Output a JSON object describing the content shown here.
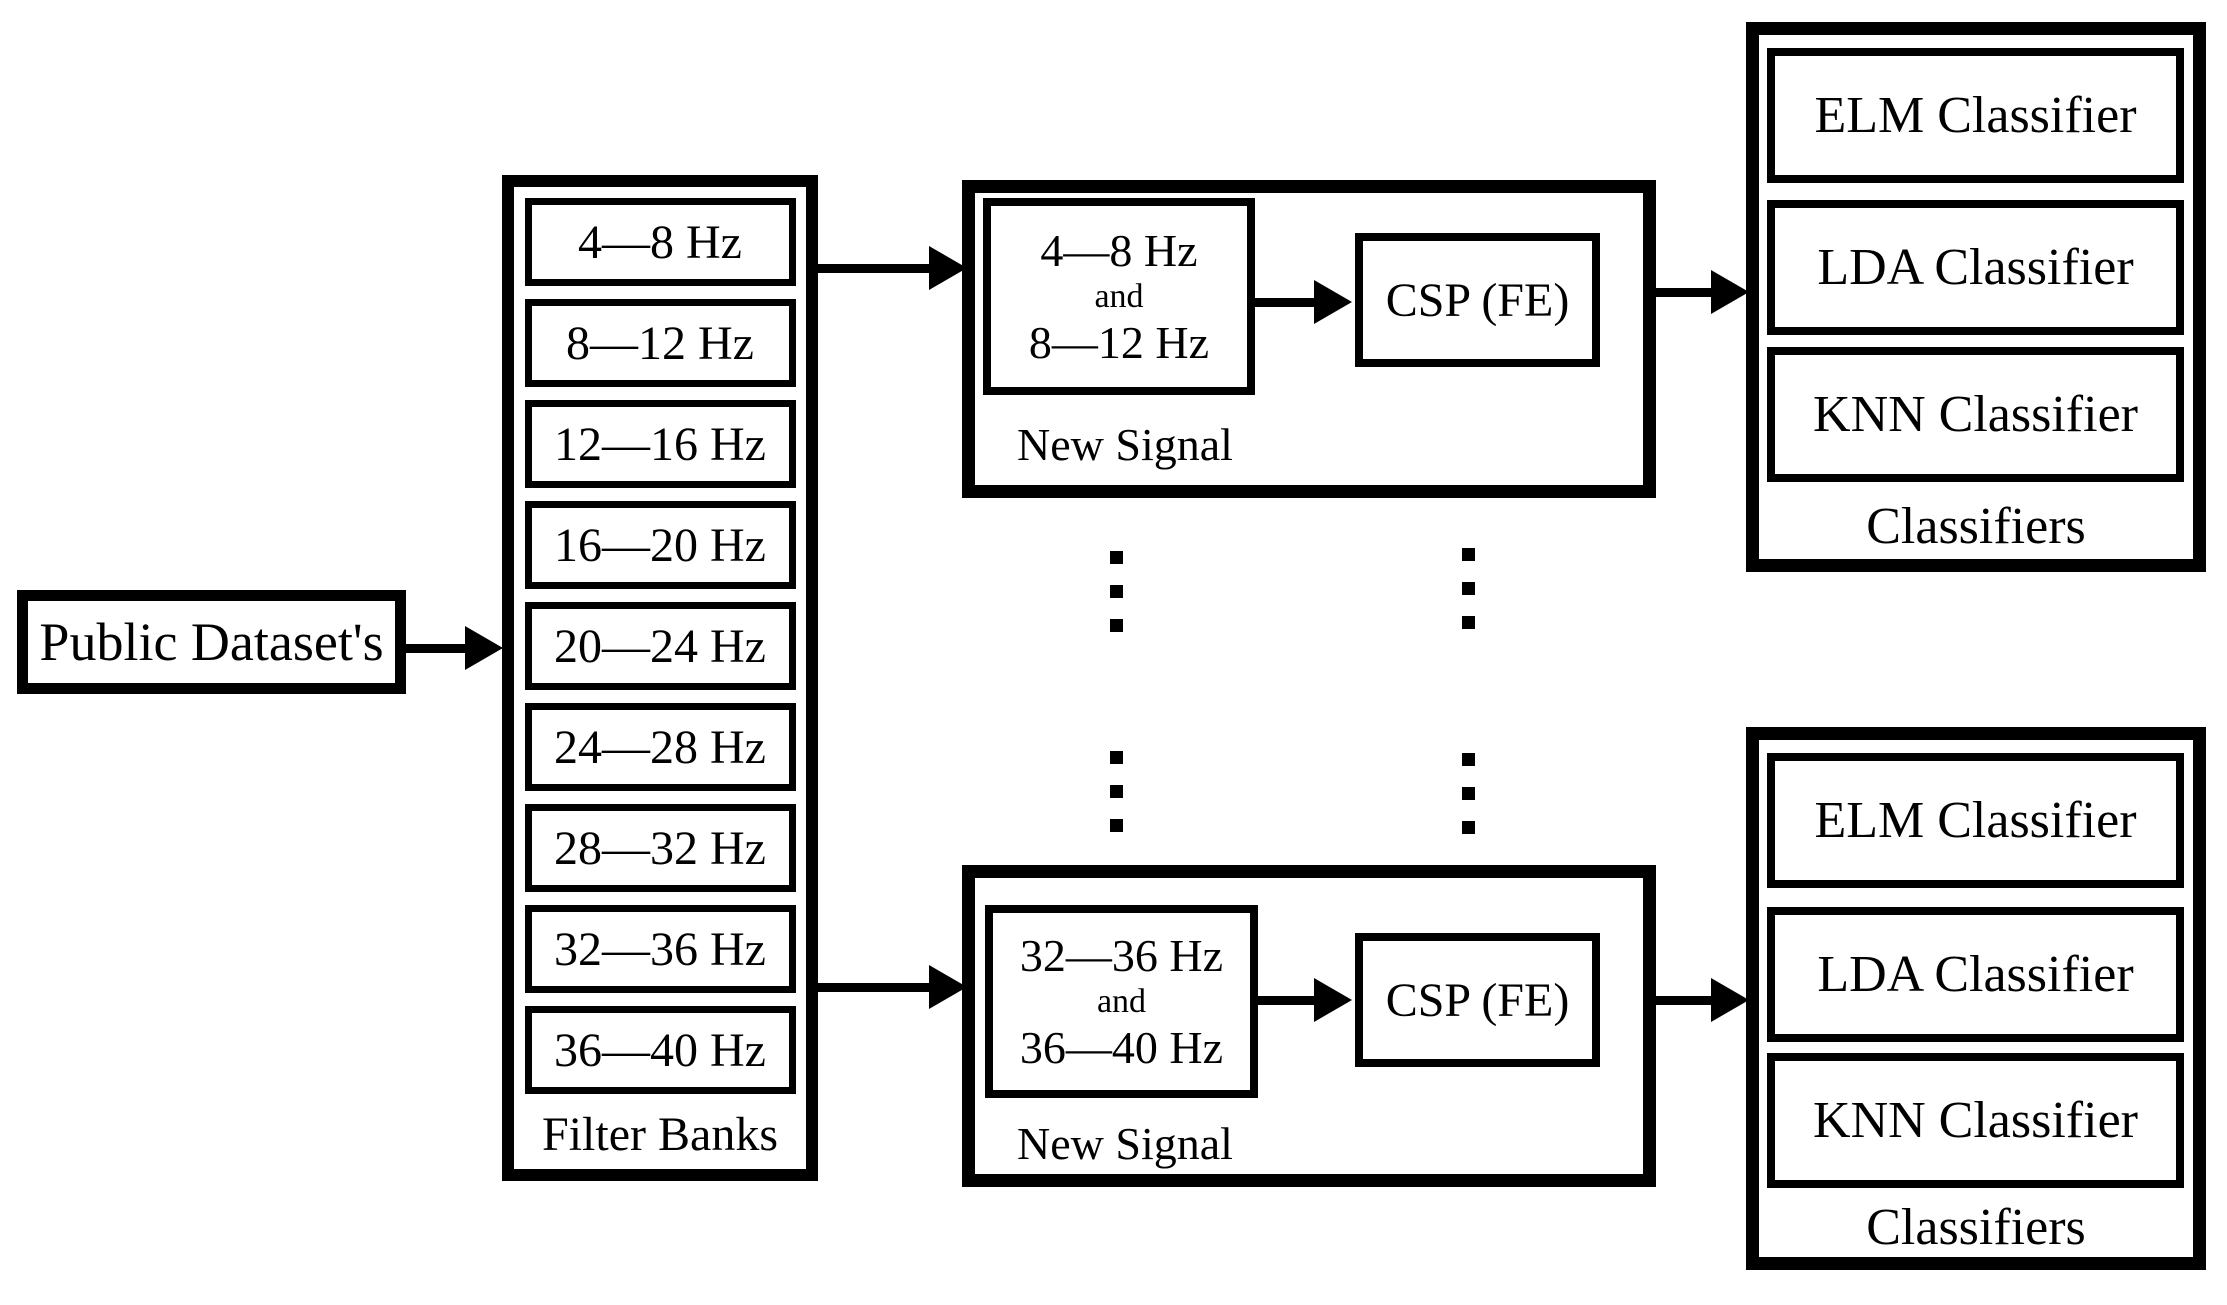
{
  "palette": {
    "ink": "#000000",
    "paper": "#ffffff"
  },
  "source": {
    "label": "Public Dataset's"
  },
  "filter_banks": {
    "label": "Filter Banks",
    "bands": [
      "4—8 Hz",
      "8—12 Hz",
      "12—16 Hz",
      "16—20 Hz",
      "20—24 Hz",
      "24—28 Hz",
      "28—32 Hz",
      "32—36 Hz",
      "36—40 Hz"
    ]
  },
  "top_pipeline": {
    "new_signal": {
      "band_a": "4—8 Hz",
      "conjunction": "and",
      "band_b": "8—12 Hz",
      "label": "New Signal"
    },
    "feature_extraction": {
      "label": "CSP (FE)"
    },
    "classifier_bank": {
      "label": "Classifiers",
      "items": [
        "ELM Classifier",
        "LDA Classifier",
        "KNN Classifier"
      ]
    }
  },
  "bottom_pipeline": {
    "new_signal": {
      "band_a": "32—36 Hz",
      "conjunction": "and",
      "band_b": "36—40 Hz",
      "label": "New Signal"
    },
    "feature_extraction": {
      "label": "CSP (FE)"
    },
    "classifier_bank": {
      "label": "Classifiers",
      "items": [
        "ELM Classifier",
        "LDA Classifier",
        "KNN Classifier"
      ]
    }
  }
}
